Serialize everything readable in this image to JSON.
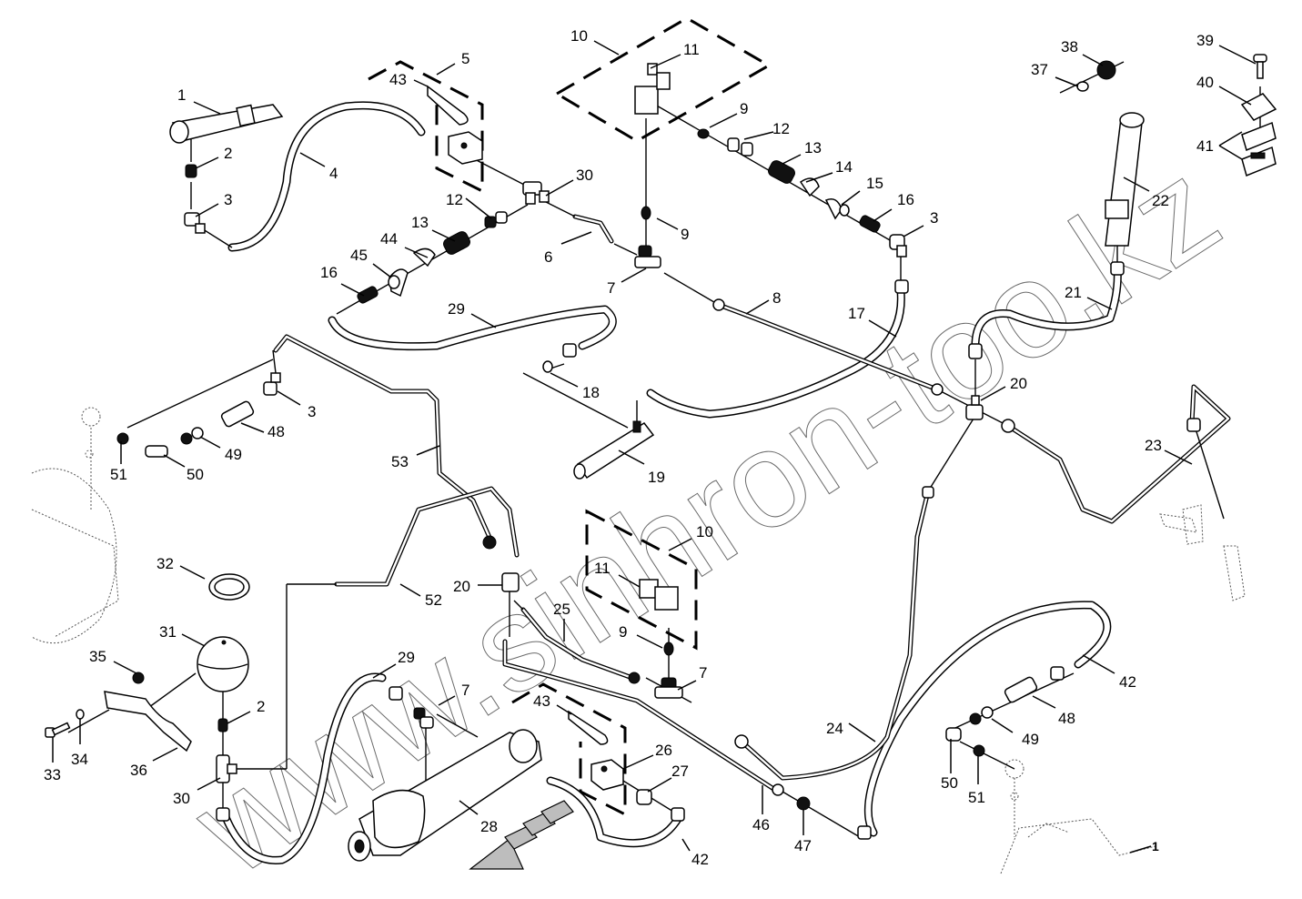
{
  "diagram": {
    "type": "exploded parts diagram",
    "subject": "hydraulic lines and fittings",
    "watermark": "www.sinhron-too.kz",
    "reference_marker": "1",
    "callouts": [
      {
        "id": "c1",
        "label": "1"
      },
      {
        "id": "c2a",
        "label": "2"
      },
      {
        "id": "c3a",
        "label": "3"
      },
      {
        "id": "c4",
        "label": "4"
      },
      {
        "id": "c5",
        "label": "5"
      },
      {
        "id": "c43a",
        "label": "43"
      },
      {
        "id": "c10a",
        "label": "10"
      },
      {
        "id": "c11a",
        "label": "11"
      },
      {
        "id": "c9a",
        "label": "9"
      },
      {
        "id": "c12a",
        "label": "12"
      },
      {
        "id": "c13a",
        "label": "13"
      },
      {
        "id": "c14",
        "label": "14"
      },
      {
        "id": "c15",
        "label": "15"
      },
      {
        "id": "c16a",
        "label": "16"
      },
      {
        "id": "c3b",
        "label": "3"
      },
      {
        "id": "c30a",
        "label": "30"
      },
      {
        "id": "c12b",
        "label": "12"
      },
      {
        "id": "c13b",
        "label": "13"
      },
      {
        "id": "c44",
        "label": "44"
      },
      {
        "id": "c45",
        "label": "45"
      },
      {
        "id": "c16b",
        "label": "16"
      },
      {
        "id": "c6",
        "label": "6"
      },
      {
        "id": "c9b",
        "label": "9"
      },
      {
        "id": "c7a",
        "label": "7"
      },
      {
        "id": "c8",
        "label": "8"
      },
      {
        "id": "c17",
        "label": "17"
      },
      {
        "id": "c29a",
        "label": "29"
      },
      {
        "id": "c18",
        "label": "18"
      },
      {
        "id": "c19",
        "label": "19"
      },
      {
        "id": "c37",
        "label": "37"
      },
      {
        "id": "c38",
        "label": "38"
      },
      {
        "id": "c39",
        "label": "39"
      },
      {
        "id": "c40",
        "label": "40"
      },
      {
        "id": "c41",
        "label": "41"
      },
      {
        "id": "c22",
        "label": "22"
      },
      {
        "id": "c21",
        "label": "21"
      },
      {
        "id": "c20a",
        "label": "20"
      },
      {
        "id": "c23",
        "label": "23"
      },
      {
        "id": "c3c",
        "label": "3"
      },
      {
        "id": "c48a",
        "label": "48"
      },
      {
        "id": "c49a",
        "label": "49"
      },
      {
        "id": "c50a",
        "label": "50"
      },
      {
        "id": "c51a",
        "label": "51"
      },
      {
        "id": "c53",
        "label": "53"
      },
      {
        "id": "c52",
        "label": "52"
      },
      {
        "id": "c20b",
        "label": "20"
      },
      {
        "id": "c32",
        "label": "32"
      },
      {
        "id": "c31",
        "label": "31"
      },
      {
        "id": "c35",
        "label": "35"
      },
      {
        "id": "c33",
        "label": "33"
      },
      {
        "id": "c34",
        "label": "34"
      },
      {
        "id": "c36",
        "label": "36"
      },
      {
        "id": "c2b",
        "label": "2"
      },
      {
        "id": "c30b",
        "label": "30"
      },
      {
        "id": "c29b",
        "label": "29"
      },
      {
        "id": "c7b",
        "label": "7"
      },
      {
        "id": "c10b",
        "label": "10"
      },
      {
        "id": "c11b",
        "label": "11"
      },
      {
        "id": "c25",
        "label": "25"
      },
      {
        "id": "c9c",
        "label": "9"
      },
      {
        "id": "c7c",
        "label": "7"
      },
      {
        "id": "c43b",
        "label": "43"
      },
      {
        "id": "c26",
        "label": "26"
      },
      {
        "id": "c27",
        "label": "27"
      },
      {
        "id": "c28",
        "label": "28"
      },
      {
        "id": "c42a",
        "label": "42"
      },
      {
        "id": "c46",
        "label": "46"
      },
      {
        "id": "c47",
        "label": "47"
      },
      {
        "id": "c24",
        "label": "24"
      },
      {
        "id": "c42b",
        "label": "42"
      },
      {
        "id": "c48b",
        "label": "48"
      },
      {
        "id": "c49b",
        "label": "49"
      },
      {
        "id": "c50b",
        "label": "50"
      },
      {
        "id": "c51b",
        "label": "51"
      }
    ]
  }
}
